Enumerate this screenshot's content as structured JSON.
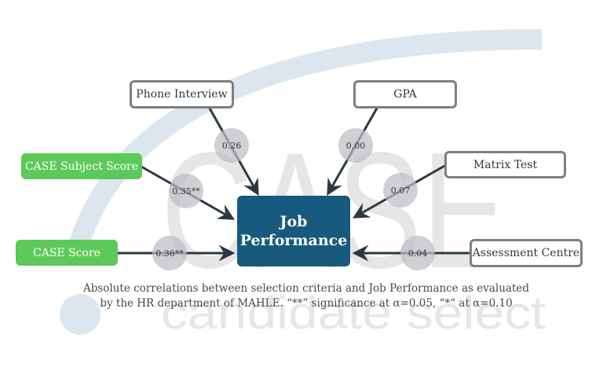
{
  "background": {
    "watermark_text": "CASE",
    "watermark_subtext": "candidate select",
    "arc_color": "#dbe6ee",
    "watermark_color": "#e4e4e4"
  },
  "target": {
    "label_line1": "Job",
    "label_line2": "Performance",
    "color": "#175a7e"
  },
  "criteria": [
    {
      "id": "phone-interview",
      "label": "Phone Interview",
      "style": "outline",
      "correlation": "0.26"
    },
    {
      "id": "gpa",
      "label": "GPA",
      "style": "outline",
      "correlation": "0.00"
    },
    {
      "id": "case-subject-score",
      "label": "CASE Subject Score",
      "style": "green",
      "correlation": "0.35**"
    },
    {
      "id": "matrix-test",
      "label": "Matrix Test",
      "style": "outline",
      "correlation": "0.07"
    },
    {
      "id": "case-score",
      "label": "CASE Score",
      "style": "green",
      "correlation": "0.36**"
    },
    {
      "id": "assessment-centre",
      "label": "Assessment Centre",
      "style": "outline",
      "correlation": "0.04"
    }
  ],
  "colors": {
    "green": "#5cc95a",
    "outline_border": "#7f7f7f",
    "edge": "#2b3a42",
    "badge": "#c4c4c8"
  },
  "caption": {
    "line1": "Absolute correlations between selection criteria and Job Performance as evaluated",
    "line2": "by the HR department of MAHLE. “**” significance at α=0.05, “*“ at α=0.10"
  }
}
